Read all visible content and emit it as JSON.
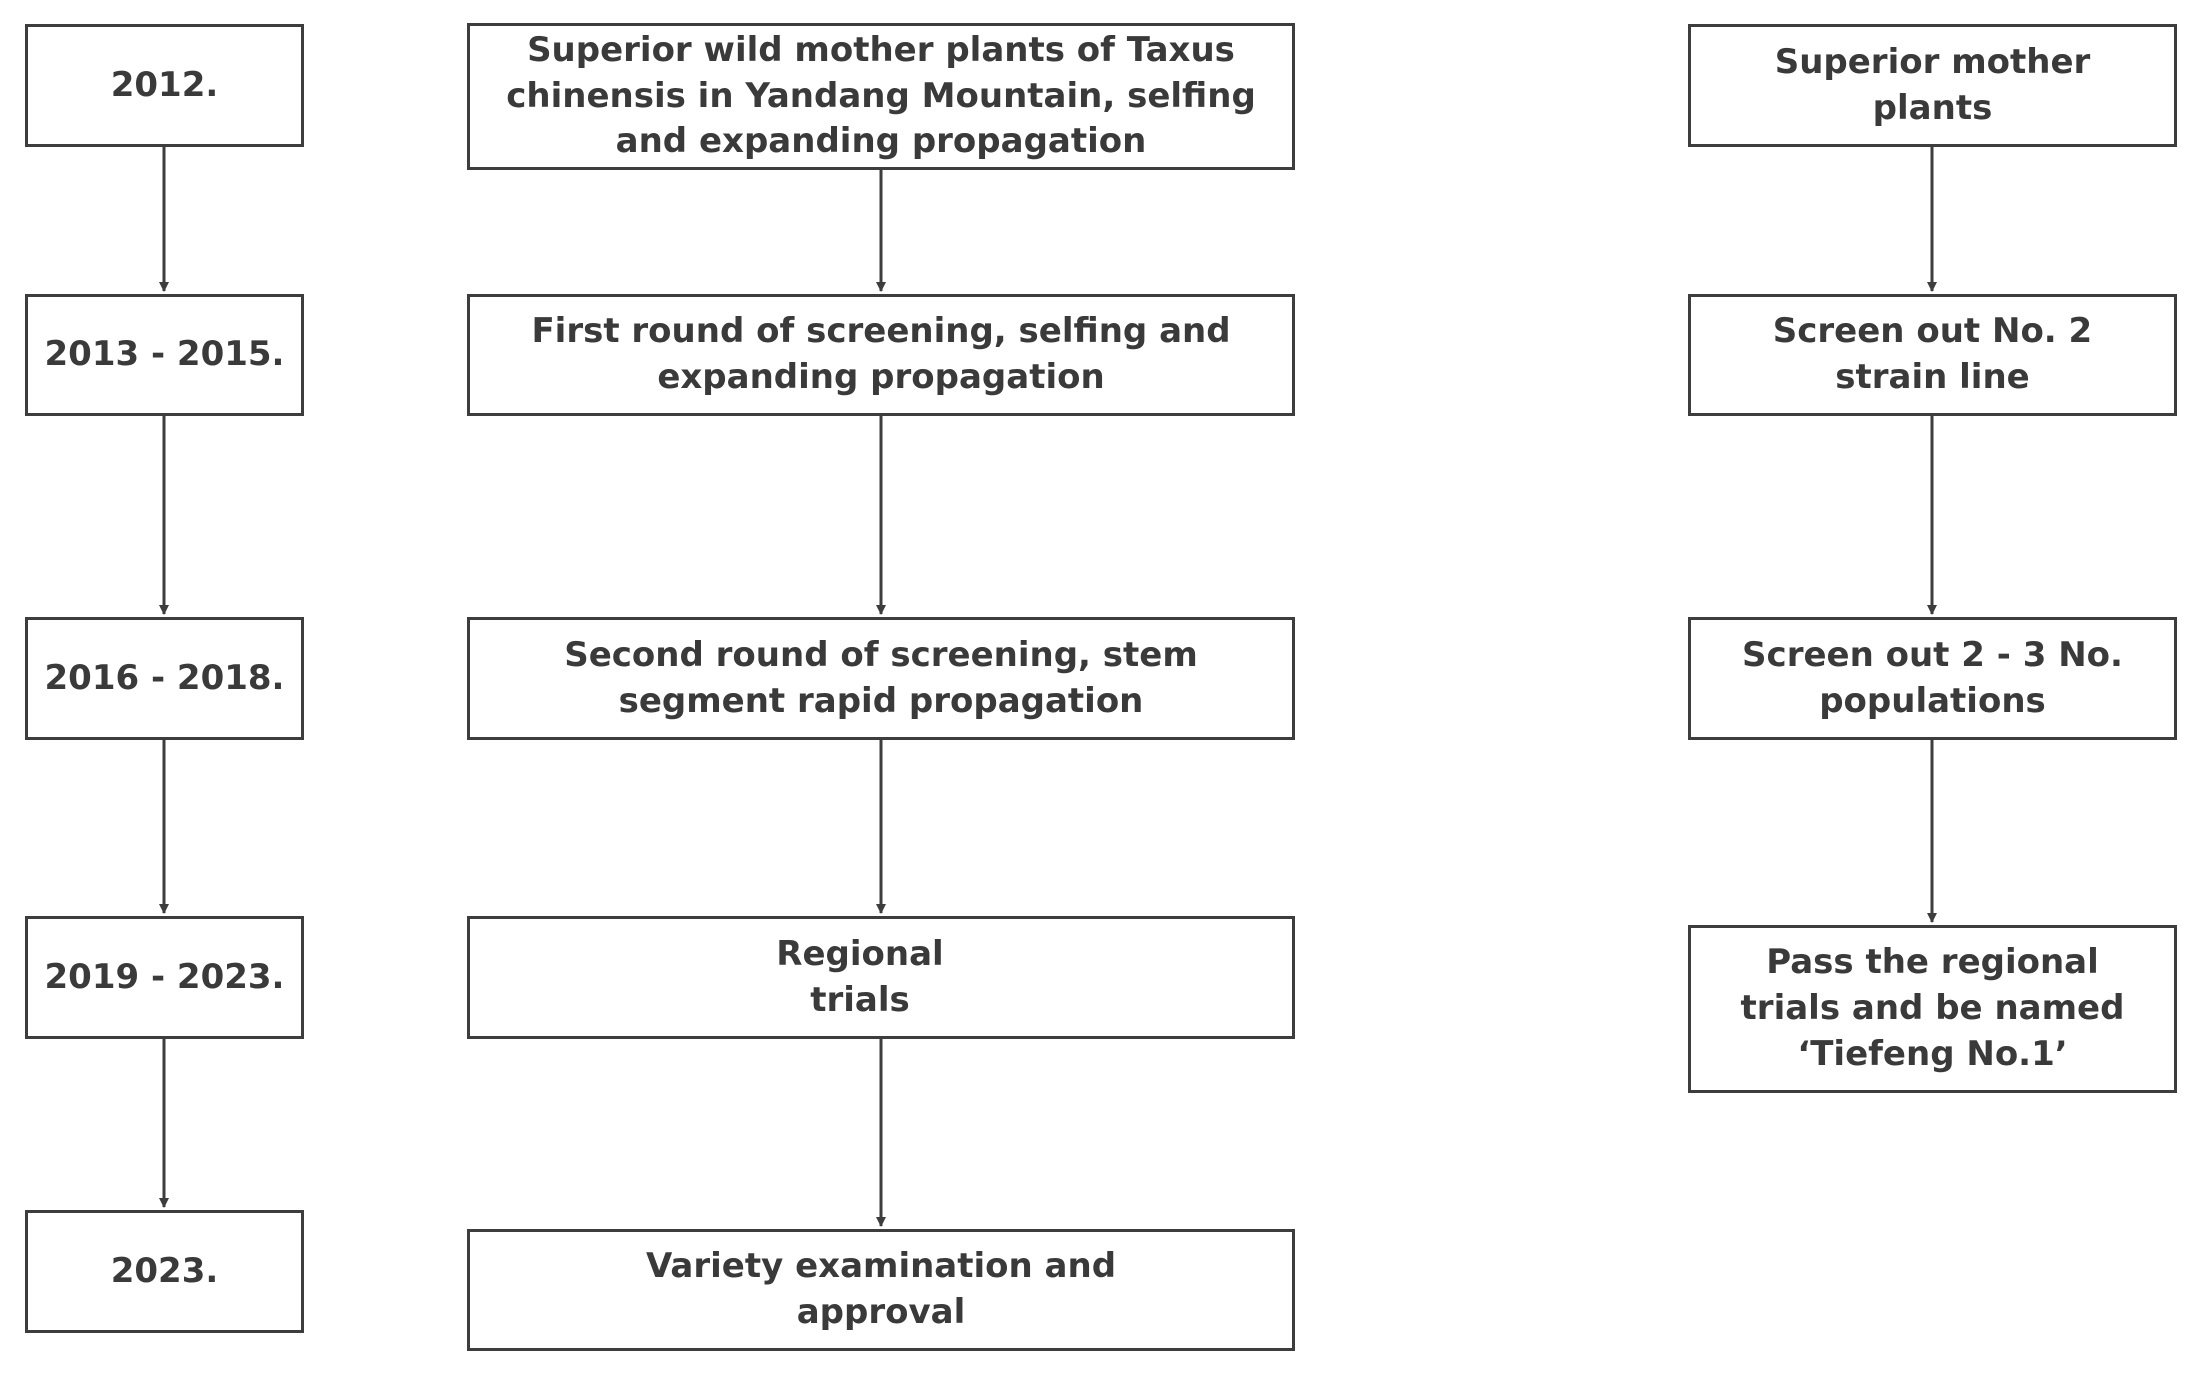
{
  "colors": {
    "border": "#3d3d3d",
    "text": "#3a3a3a",
    "arrow": "#3d3d3d",
    "background": "#ffffff"
  },
  "years": [
    "2012.",
    "2013 - 2015.",
    "2016 - 2018.",
    "2019 - 2023.",
    "2023."
  ],
  "process": [
    [
      "Superior wild mother plants of Taxus",
      "chinensis in Yandang Mountain, selfing",
      "and expanding propagation"
    ],
    [
      "First round of screening, selfing and",
      "expanding propagation"
    ],
    [
      "Second round of screening, stem",
      "segment rapid propagation"
    ],
    [
      "Regional",
      "trials"
    ],
    [
      "Variety examination and",
      "approval"
    ]
  ],
  "results": [
    [
      "Superior mother",
      "plants"
    ],
    [
      "Screen out No. 2",
      "strain line"
    ],
    [
      "Screen out 2 - 3 No.",
      "populations"
    ],
    [
      "Pass the regional",
      "trials and be named",
      "‘Tiefeng No.1’"
    ]
  ]
}
